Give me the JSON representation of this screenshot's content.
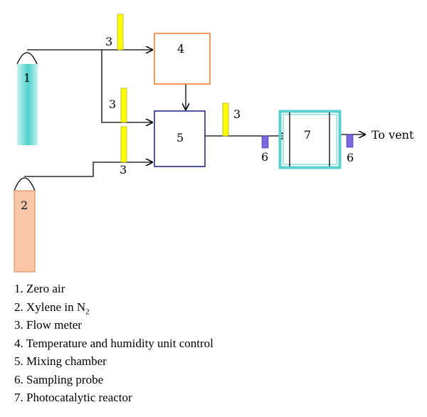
{
  "labels": {
    "cyl1": "1",
    "cyl2": "2",
    "box4": "4",
    "box5": "5",
    "reactor7": "7",
    "fm_top": "3",
    "fm_mid": "3",
    "fm_low": "3",
    "fm_out": "3",
    "probe_in": "6",
    "probe_out": "6",
    "vent": "To vent"
  },
  "legend": [
    {
      "number": "1.",
      "text": "Zero air",
      "sub": ""
    },
    {
      "number": "2.",
      "text": "Xylene in N",
      "sub": "2"
    },
    {
      "number": "3.",
      "text": "Flow meter",
      "sub": ""
    },
    {
      "number": "4.",
      "text": "Temperature and humidity unit control",
      "sub": ""
    },
    {
      "number": "5.",
      "text": "Mixing chamber",
      "sub": ""
    },
    {
      "number": "6.",
      "text": "Sampling probe",
      "sub": ""
    },
    {
      "number": "7.",
      "text": "Photocatalytic reactor",
      "sub": ""
    }
  ],
  "colors": {
    "cylinder1": "#5fd4cf",
    "cylinder2": "#f9c7a8",
    "cylinder2_border": "#e39060",
    "flow_meter": "#ffff00",
    "box4_border": "#f07820",
    "box5_border": "#1a1a80",
    "reactor_border": "#5ad0cf",
    "probe": "#7b68e0",
    "line": "#000000"
  }
}
